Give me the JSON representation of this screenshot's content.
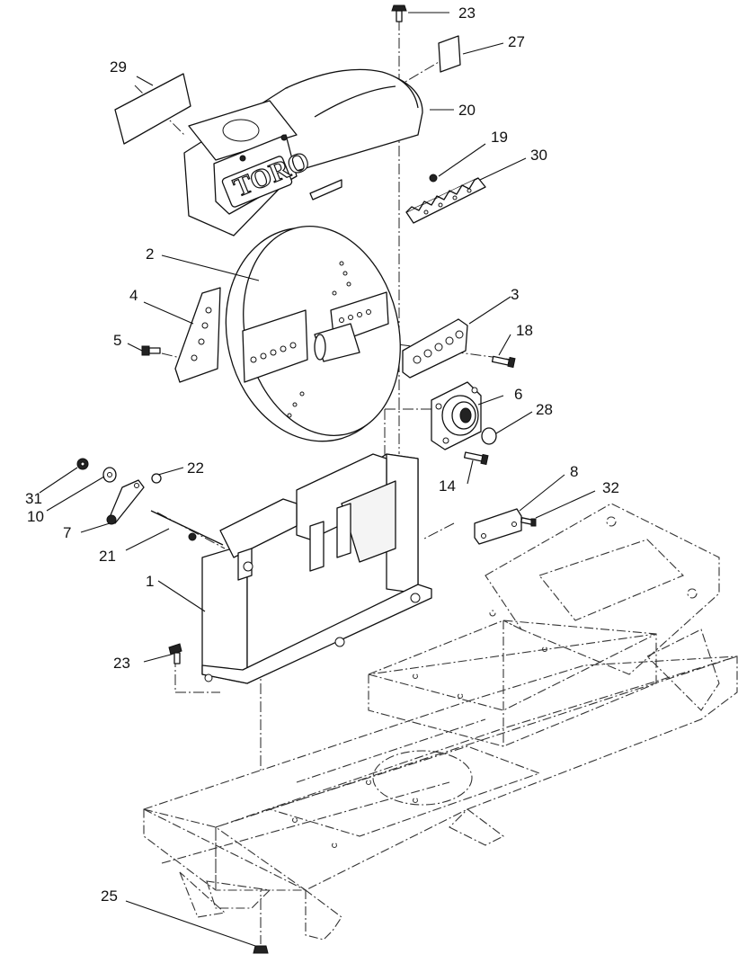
{
  "diagram": {
    "logo": {
      "text": "TORO"
    },
    "callouts": [
      {
        "id": "c23a",
        "label": "23"
      },
      {
        "id": "c27",
        "label": "27"
      },
      {
        "id": "c29",
        "label": "29"
      },
      {
        "id": "c20",
        "label": "20"
      },
      {
        "id": "c19",
        "label": "19"
      },
      {
        "id": "c30",
        "label": "30"
      },
      {
        "id": "c2",
        "label": "2"
      },
      {
        "id": "c4",
        "label": "4"
      },
      {
        "id": "c3",
        "label": "3"
      },
      {
        "id": "c18",
        "label": "18"
      },
      {
        "id": "c5",
        "label": "5"
      },
      {
        "id": "c6",
        "label": "6"
      },
      {
        "id": "c28",
        "label": "28"
      },
      {
        "id": "c22",
        "label": "22"
      },
      {
        "id": "c8",
        "label": "8"
      },
      {
        "id": "c31",
        "label": "31"
      },
      {
        "id": "c14",
        "label": "14"
      },
      {
        "id": "c32",
        "label": "32"
      },
      {
        "id": "c10",
        "label": "10"
      },
      {
        "id": "c7",
        "label": "7"
      },
      {
        "id": "c21",
        "label": "21"
      },
      {
        "id": "c1",
        "label": "1"
      },
      {
        "id": "c23b",
        "label": "23"
      },
      {
        "id": "c25",
        "label": "25"
      }
    ]
  }
}
